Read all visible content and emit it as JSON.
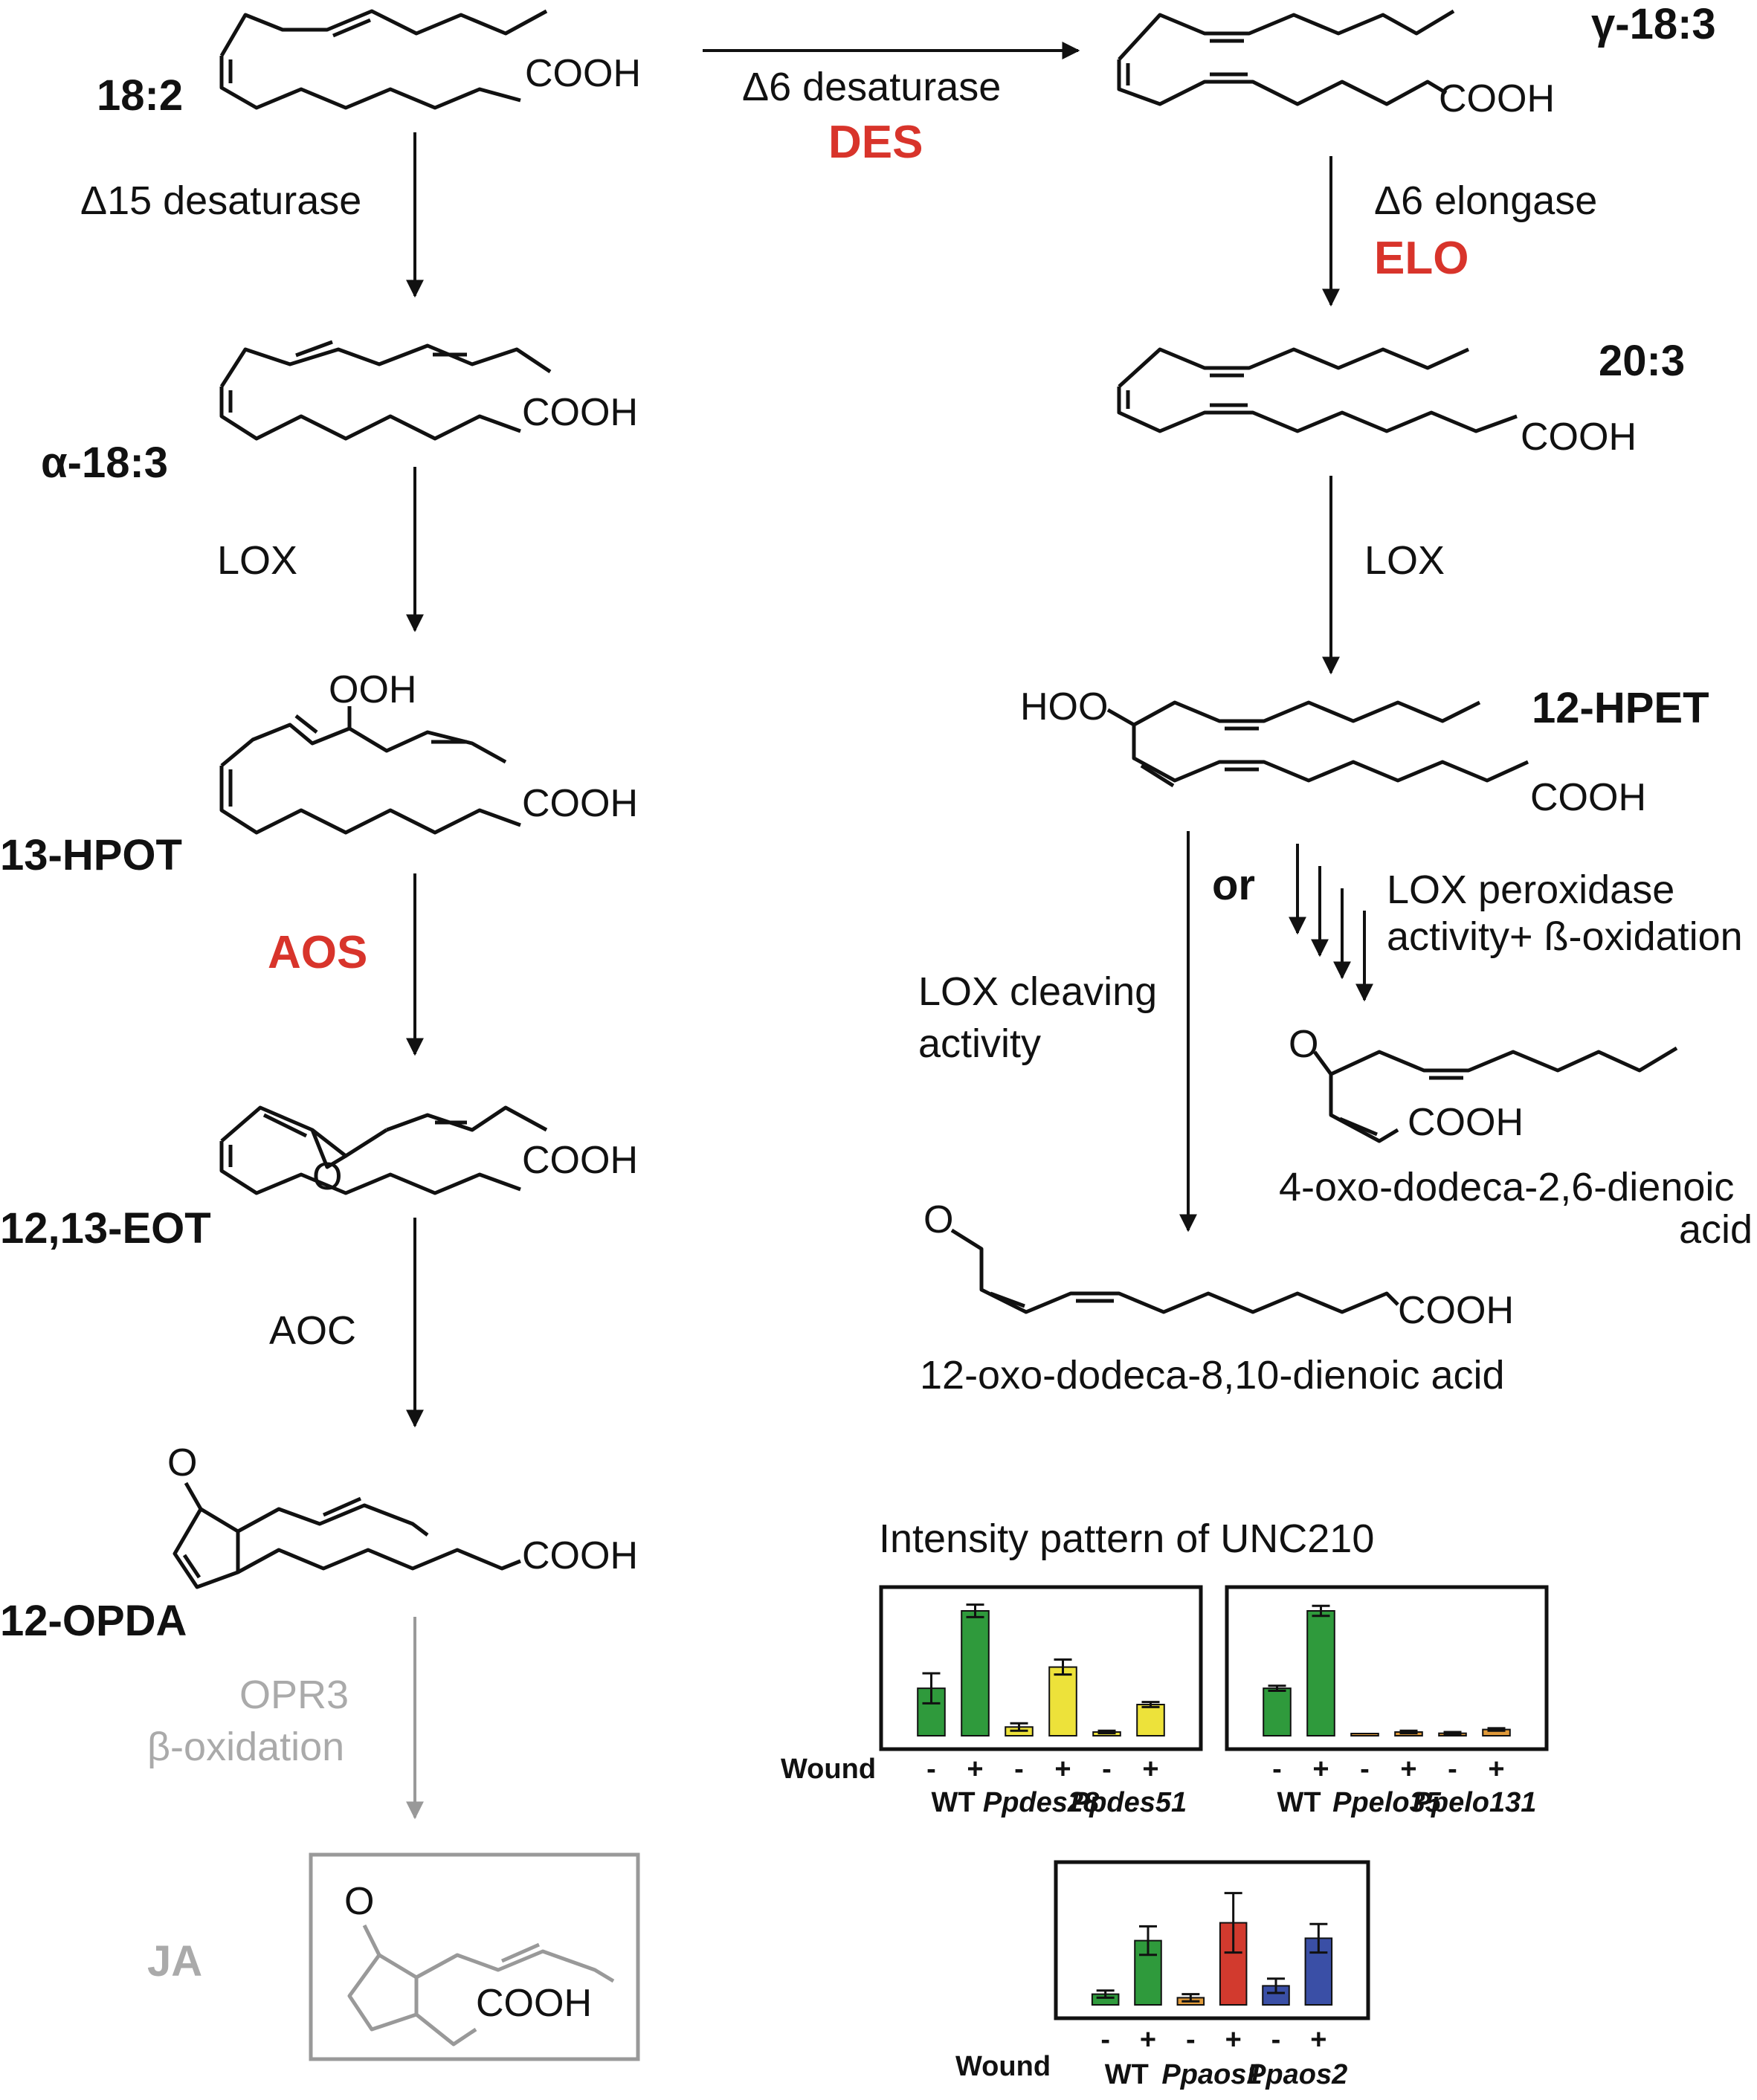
{
  "compounds": {
    "c18_2": "18:2",
    "a18_3": "α-18:3",
    "hpot": "13-HPOT",
    "eot": "12,13-EOT",
    "opda": "12-OPDA",
    "ja": "JA",
    "g18_3": "γ-18:3",
    "c20_3": "20:3",
    "hpet": "12-HPET",
    "oxo_a": "4-oxo-dodeca-2,6-dienoic",
    "oxo_a2": "acid",
    "oxo_b": "12-oxo-dodeca-8,10-dienoic acid"
  },
  "steps": {
    "d15": "Δ15 desaturase",
    "lox1": "LOX",
    "aos": "AOS",
    "aoc": "AOC",
    "opr3": "OPR3",
    "beta": "β-oxidation",
    "d6des": "Δ6 desaturase",
    "des": "DES",
    "d6elo": "Δ6 elongase",
    "elo": "ELO",
    "lox2": "LOX",
    "or": "or",
    "perox1": "LOX peroxidase",
    "perox2": "activity+ ß-oxidation",
    "cleave1": "LOX cleaving",
    "cleave2": "activity"
  },
  "atoms": {
    "cooh": "COOH",
    "ooh": "OOH",
    "hoo": "HOO",
    "o": "O"
  },
  "bars_title": "Intensity pattern of UNC210",
  "wound_label": "Wound",
  "minus": "-",
  "plus": "+",
  "colors": {
    "enzyme": "#d8342b",
    "green": "#2f9a3c",
    "yellow": "#ede23a",
    "orange": "#e09a3a",
    "red": "#d23a2e",
    "blue": "#3a4fa6"
  },
  "chart_data": [
    {
      "type": "bar",
      "title": "Intensity pattern of UNC210",
      "groups": [
        "WT",
        "Ppdes28",
        "Ppdes51"
      ],
      "wound": [
        "-",
        "+",
        "-",
        "+",
        "-",
        "+"
      ],
      "values": [
        0.38,
        1.0,
        0.07,
        0.55,
        0.03,
        0.25
      ],
      "errors": [
        0.12,
        0.05,
        0.03,
        0.06,
        0.01,
        0.02
      ],
      "colors": [
        "green",
        "green",
        "yellow",
        "yellow",
        "yellow",
        "yellow"
      ]
    },
    {
      "type": "bar",
      "groups": [
        "WT",
        "Ppelo35",
        "Ppelo131"
      ],
      "wound": [
        "-",
        "+",
        "-",
        "+",
        "-",
        "+"
      ],
      "values": [
        0.38,
        1.0,
        0.01,
        0.03,
        0.02,
        0.05
      ],
      "errors": [
        0.02,
        0.04,
        0.0,
        0.01,
        0.01,
        0.01
      ],
      "colors": [
        "green",
        "green",
        "orange",
        "orange",
        "orange",
        "orange"
      ]
    },
    {
      "type": "bar",
      "groups": [
        "WT",
        "Ppaos1",
        "Ppaos2"
      ],
      "wound": [
        "-",
        "+",
        "-",
        "+",
        "-",
        "+"
      ],
      "values": [
        0.09,
        0.54,
        0.06,
        0.69,
        0.16,
        0.56
      ],
      "errors": [
        0.03,
        0.12,
        0.03,
        0.25,
        0.06,
        0.12
      ],
      "colors": [
        "green",
        "green",
        "orange",
        "red",
        "blue",
        "blue"
      ]
    }
  ]
}
